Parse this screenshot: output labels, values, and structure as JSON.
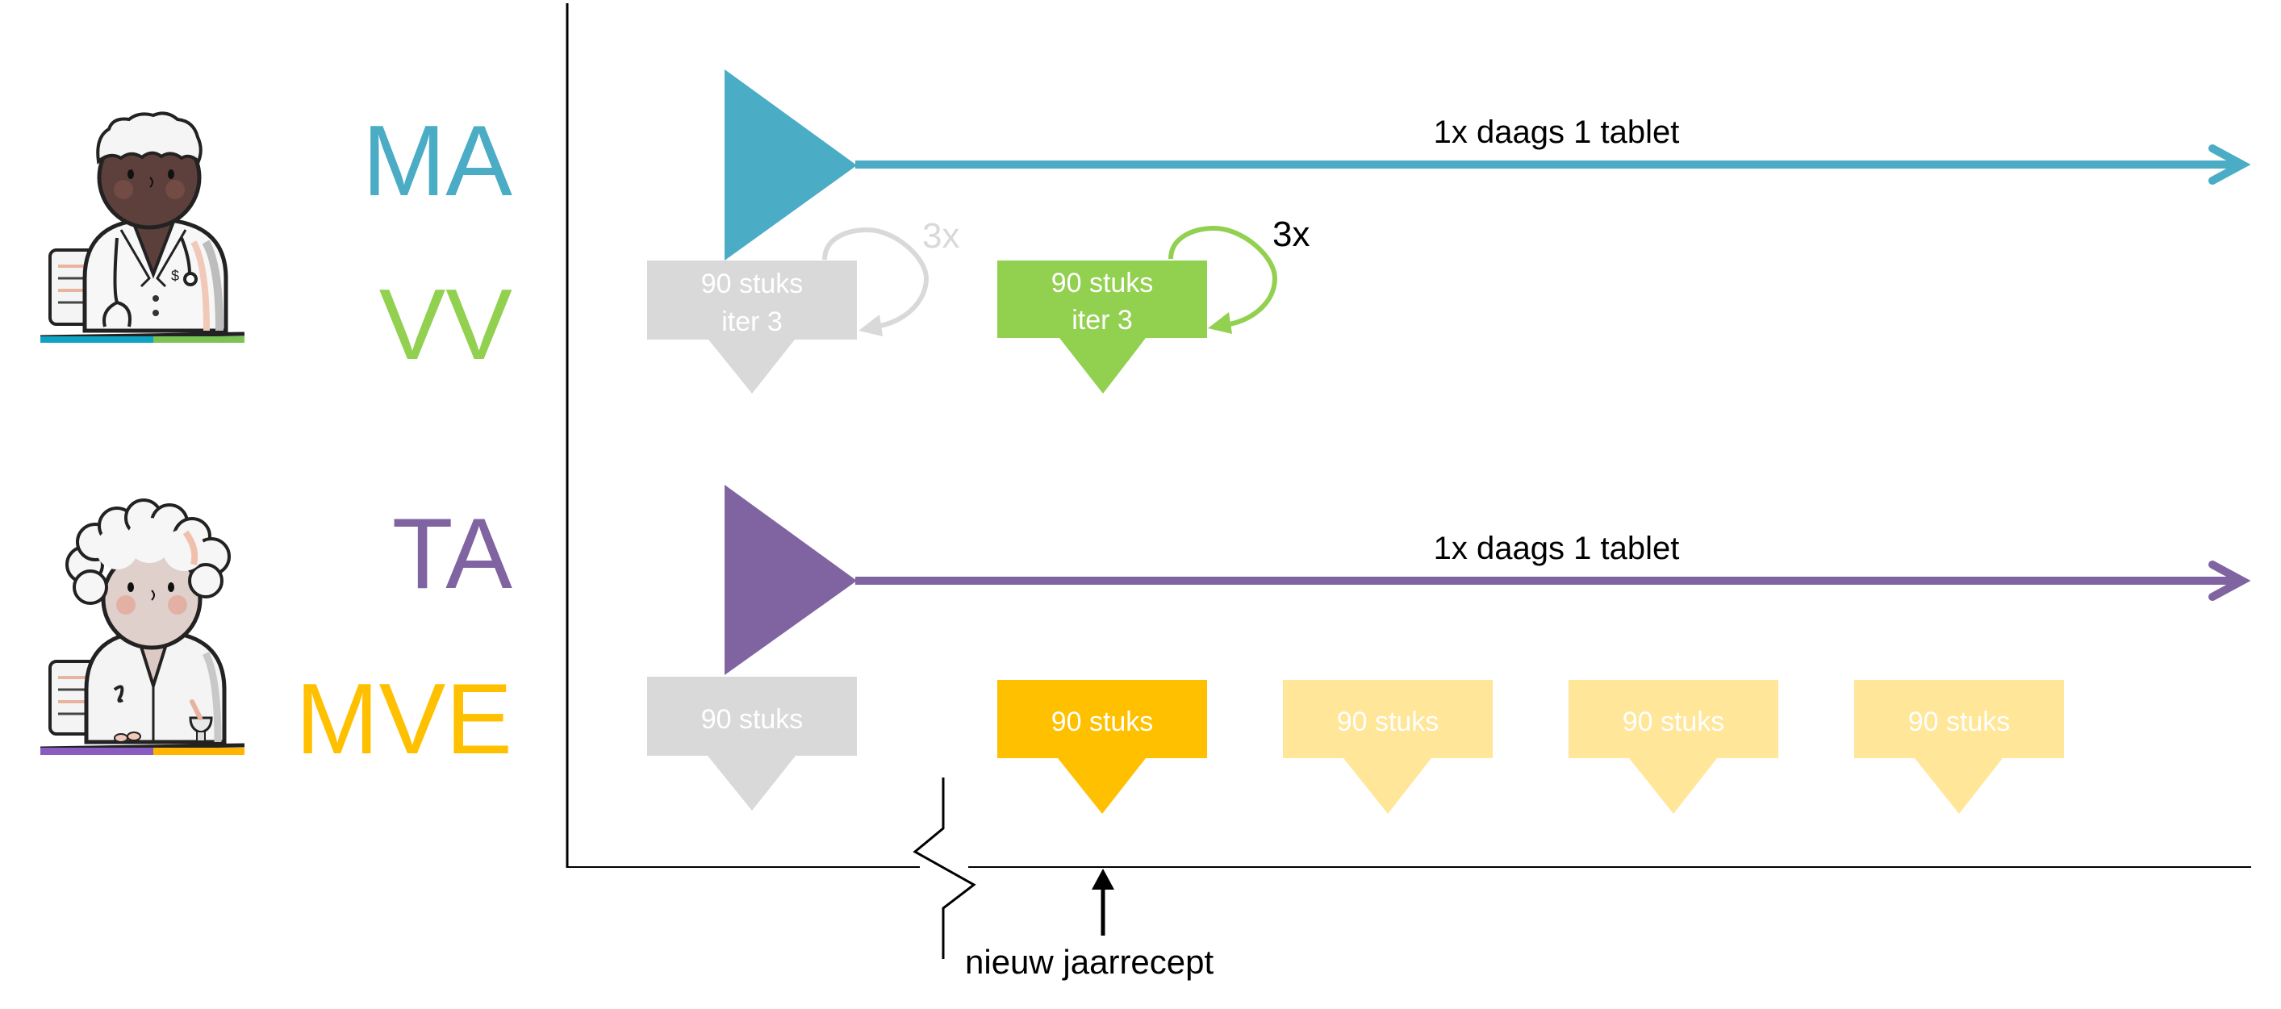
{
  "colors": {
    "ma": "#4BACC6",
    "vv": "#92D050",
    "ta": "#8064A2",
    "mve": "#FFC000",
    "mve_future": "#FFE699",
    "past": "#D9D9D9",
    "axis": "#000000"
  },
  "roles": {
    "doctor": {
      "icon": "doctor-icon",
      "prescriber_label": "MA",
      "dispenser_label": "VV"
    },
    "pharmacist": {
      "icon": "pharmacist-icon",
      "prescriber_label": "TA",
      "dispenser_label": "MVE"
    }
  },
  "timelines": {
    "doctor_prescription": {
      "label": "1x daags 1 tablet",
      "color": "#4BACC6"
    },
    "pharmacist_prescription": {
      "label": "1x daags 1 tablet",
      "color": "#8064A2"
    }
  },
  "vv_dispenses": [
    {
      "line1": "90 stuks",
      "line2": "iter 3",
      "repeat_label": "3x",
      "state": "past"
    },
    {
      "line1": "90 stuks",
      "line2": "iter 3",
      "repeat_label": "3x",
      "state": "current"
    }
  ],
  "mve_dispenses": [
    {
      "label": "90 stuks",
      "state": "past"
    },
    {
      "label": "90 stuks",
      "state": "current"
    },
    {
      "label": "90 stuks",
      "state": "future"
    },
    {
      "label": "90 stuks",
      "state": "future"
    },
    {
      "label": "90 stuks",
      "state": "future"
    }
  ],
  "annotations": {
    "new_prescription": "nieuw jaarrecept",
    "axis_break": "time-break-icon"
  }
}
